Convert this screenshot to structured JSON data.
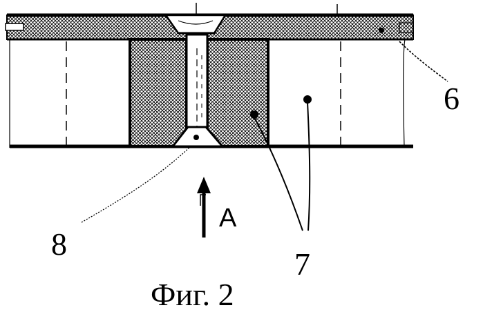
{
  "figure": {
    "caption": "Фиг. 2",
    "callouts": {
      "label_6": "6",
      "label_7": "7",
      "label_8": "8"
    },
    "view_arrow": {
      "letter": "A"
    },
    "colors": {
      "ink": "#000000",
      "paper": "#ffffff"
    }
  }
}
